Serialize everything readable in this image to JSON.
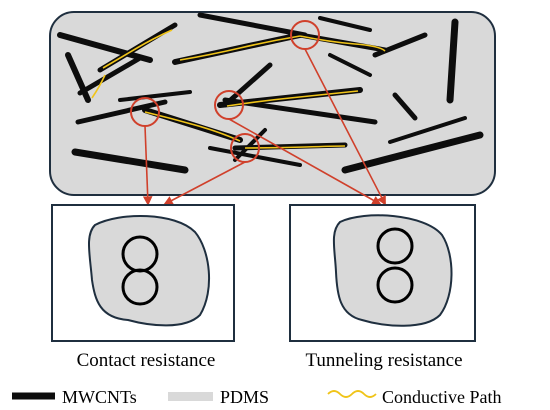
{
  "panels": {
    "contact_caption": "Contact resistance",
    "tunneling_caption": "Tunneling resistance"
  },
  "legend": {
    "mwcnts_label": "MWCNTs",
    "pdms_label": "PDMS",
    "path_label": "Conductive Path"
  },
  "colors": {
    "matrix_fill": "#d9d9d9",
    "outline": "#1f2f3f",
    "cnt": "#0d0d0d",
    "conductive_path": "#f0c419",
    "highlight": "#d0402b"
  }
}
